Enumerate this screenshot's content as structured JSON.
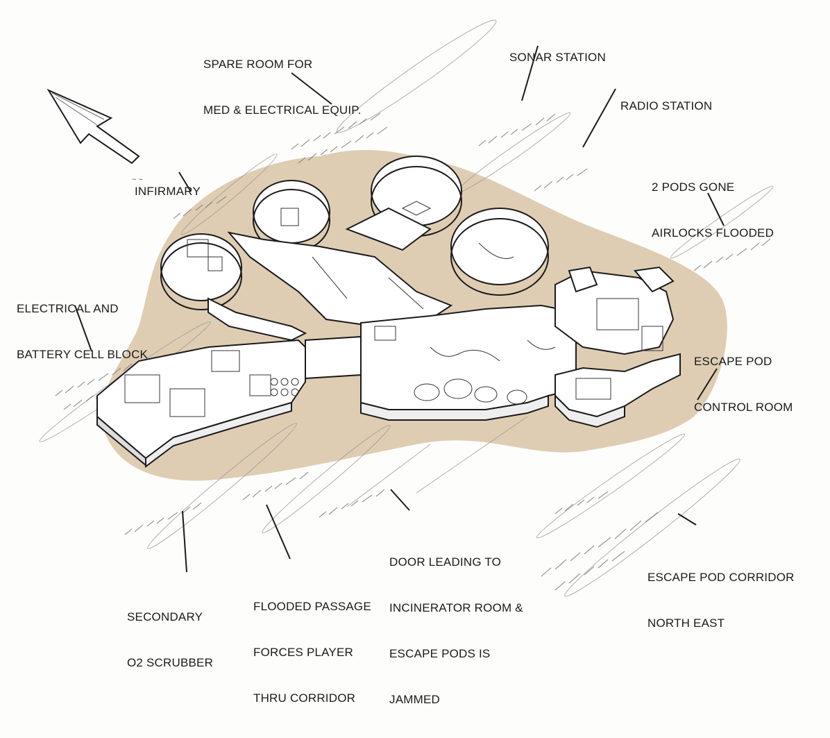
{
  "labels": {
    "spare_room": [
      "SPARE ROOM FOR",
      "MED & ELECTRICAL EQUIP."
    ],
    "sonar": [
      "SONAR STATION"
    ],
    "radio": [
      "RADIO STATION"
    ],
    "infirmary": [
      "INFIRMARY"
    ],
    "pods_gone": [
      "2 PODS GONE",
      "AIRLOCKS FLOODED"
    ],
    "electrical": [
      "ELECTRICAL AND",
      "BATTERY CELL BLOCK"
    ],
    "escape_control": [
      "ESCAPE POD",
      "CONTROL ROOM"
    ],
    "door": [
      "DOOR LEADING TO",
      "INCINERATOR ROOM &",
      "ESCAPE PODS IS",
      "JAMMED"
    ],
    "corridor": [
      "ESCAPE POD CORRIDOR",
      "NORTH EAST"
    ],
    "scrubber": [
      "SECONDARY",
      "O2 SCRUBBER"
    ],
    "flooded": [
      "FLOODED PASSAGE",
      "FORCES PLAYER",
      "THRU CORRIDOR"
    ]
  },
  "colors": {
    "paper": "#fdfdfb",
    "stain": "#d9c4a6",
    "ink": "#1a1a1a",
    "wall": "#ffffff",
    "pencil": "#8a8a8a"
  },
  "icons": {
    "north_arrow": "north-arrow-icon"
  }
}
